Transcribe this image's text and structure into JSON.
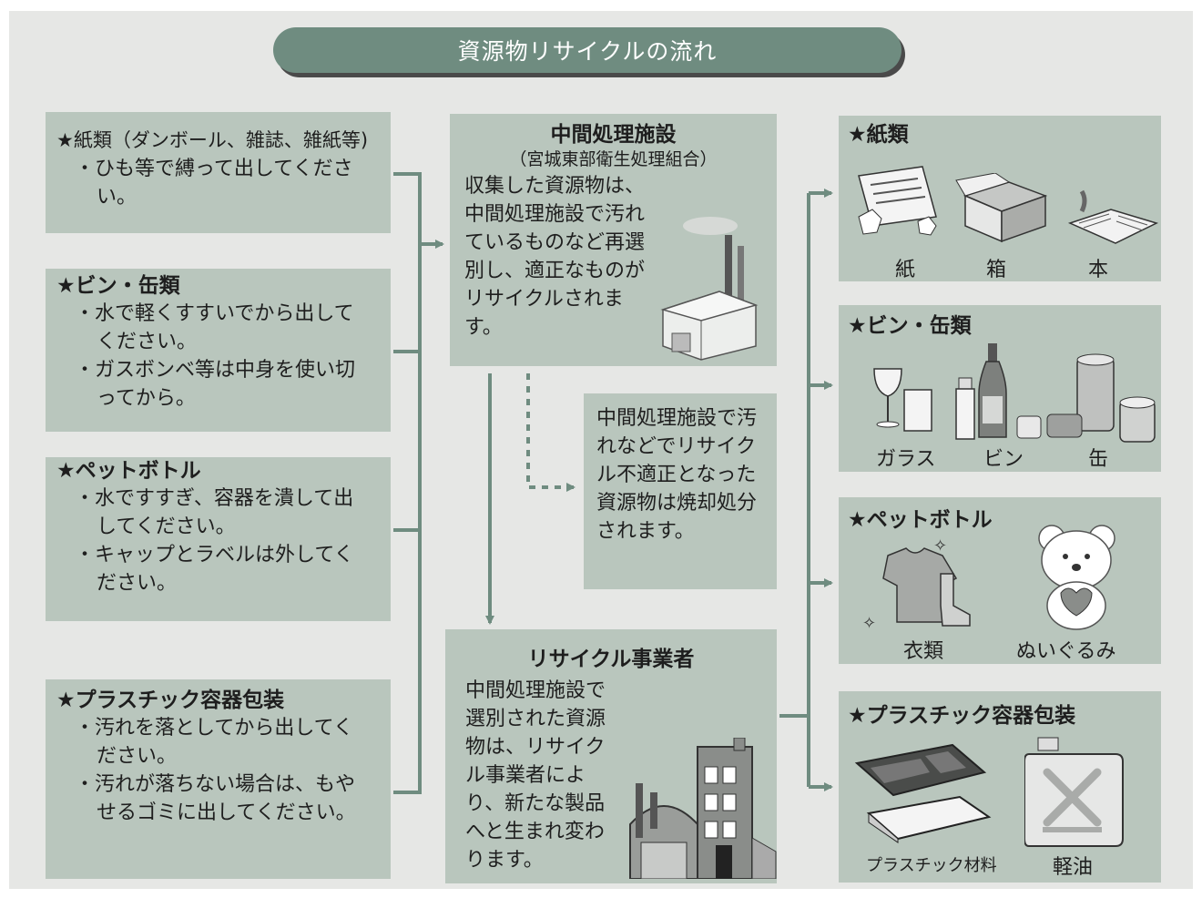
{
  "title": "資源物リサイクルの流れ",
  "left": {
    "paper": {
      "heading": "★紙類（ダンボール、雑誌、雑紙等)",
      "notes": [
        "・ひも等で縛って出してください。"
      ]
    },
    "bottles_cans": {
      "heading": "★ビン・缶類",
      "notes": [
        "・水で軽くすすいでから出してください。",
        "・ガスボンベ等は中身を使い切ってから。"
      ]
    },
    "pet": {
      "heading": "★ペットボトル",
      "notes": [
        "・水ですすぎ、容器を潰して出してください。",
        "・キャップとラベルは外してください。"
      ]
    },
    "plastic": {
      "heading": "★プラスチック容器包装",
      "notes": [
        "・汚れを落としてから出してください。",
        "・汚れが落ちない場合は、もやせるゴミに出してください。"
      ]
    }
  },
  "center": {
    "facility_title": "中間処理施設",
    "facility_subtitle": "（宮城東部衛生処理組合）",
    "facility_text": "収集した資源物は、中間処理施設で汚れているものなど再選別し、適正なものがリサイクルされます。",
    "incinerate_text": "中間処理施設で汚れなどでリサイクル不適正となった資源物は焼却処分されます。",
    "recycler_title": "リサイクル事業者",
    "recycler_text": "中間処理施設で選別された資源物は、リサイクル事業者により、新たな製品へと生まれ変わります。"
  },
  "right": {
    "paper": {
      "heading": "★紙類",
      "labels": [
        "紙",
        "箱",
        "本"
      ]
    },
    "bottles_cans": {
      "heading": "★ビン・缶類",
      "labels": [
        "ガラス",
        "ビン",
        "缶"
      ]
    },
    "pet": {
      "heading": "★ペットボトル",
      "labels": [
        "衣類",
        "ぬいぐるみ"
      ]
    },
    "plastic": {
      "heading": "★プラスチック容器包装",
      "labels": [
        "プラスチック材料",
        "軽油"
      ]
    }
  },
  "colors": {
    "accent": "#6f8c80",
    "box": "#b9c6bd",
    "background": "#e6e7e5"
  }
}
